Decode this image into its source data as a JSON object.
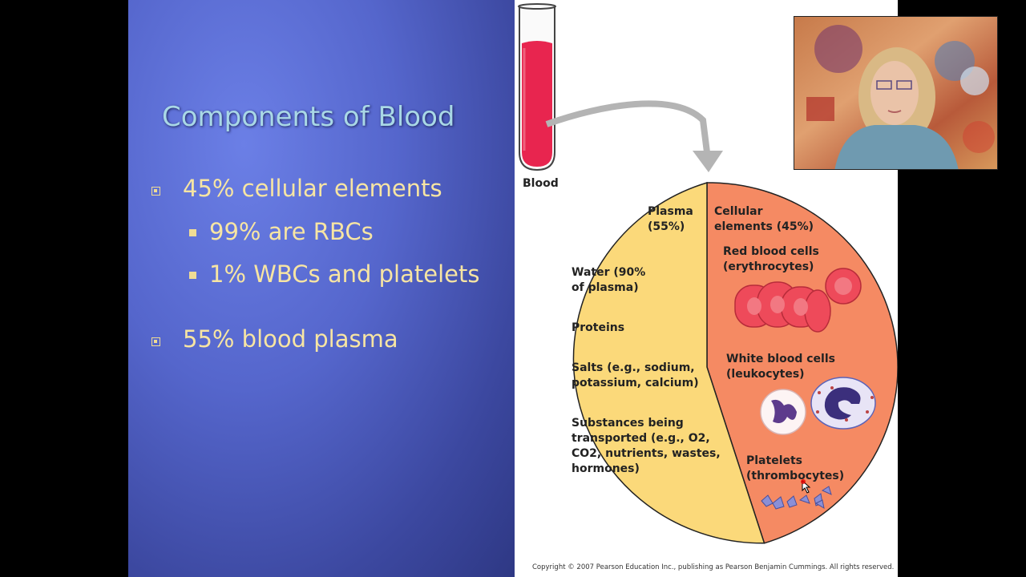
{
  "slide": {
    "title": "Components of Blood",
    "bullets": [
      {
        "text": "45% cellular elements",
        "level": 1
      },
      {
        "text": "99% are RBCs",
        "level": 2
      },
      {
        "text": "1% WBCs and platelets",
        "level": 2
      },
      {
        "text": "55% blood plasma",
        "level": 1
      }
    ]
  },
  "figure": {
    "tube_label": "Blood",
    "plasma_label_1": "Plasma",
    "plasma_label_2": "(55%)",
    "cellular_label_1": "Cellular",
    "cellular_label_2": "elements (45%)",
    "plasma_items": [
      [
        "Water (90%",
        "of plasma)"
      ],
      [
        "Proteins"
      ],
      [
        "Salts (e.g., sodium,",
        "potassium, calcium)"
      ],
      [
        "Substances being",
        "transported (e.g., O2,",
        "CO2, nutrients, wastes,",
        "hormones)"
      ]
    ],
    "rbc_label_1": "Red blood cells",
    "rbc_label_2": "(erythrocytes)",
    "wbc_label_1": "White blood cells",
    "wbc_label_2": "(leukocytes)",
    "platelet_label_1": "Platelets",
    "platelet_label_2": "(thrombocytes)",
    "copyright": "Copyright © 2007 Pearson Education Inc., publishing as Pearson Benjamin Cummings. All rights reserved."
  },
  "colors": {
    "plasma": "#fbd97a",
    "cellular": "#f58a63",
    "blood": "#e8254f",
    "text_bullet": "#f7e5a3",
    "title": "#a9d8e6"
  }
}
